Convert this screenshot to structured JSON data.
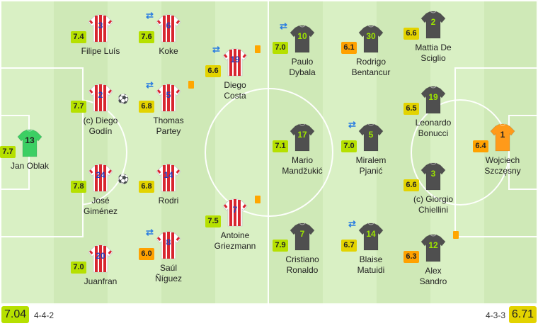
{
  "home": {
    "team_rating": "7.04",
    "formation": "4-4-2",
    "players": [
      {
        "id": "oblak",
        "number": "13",
        "name_lines": [
          "Jan Oblak"
        ],
        "rating": "7.7",
        "kit": "gk-green"
      },
      {
        "id": "filipe",
        "number": "3",
        "name_lines": [
          "Filipe Luís"
        ],
        "rating": "7.4",
        "kit": "stripes"
      },
      {
        "id": "godin",
        "number": "2",
        "name_lines": [
          "(c) Diego",
          "Godín"
        ],
        "rating": "7.7",
        "kit": "stripes",
        "goal": true
      },
      {
        "id": "gimenez",
        "number": "24",
        "name_lines": [
          "José",
          "Giménez"
        ],
        "rating": "7.8",
        "kit": "stripes",
        "goal": true
      },
      {
        "id": "juanfran",
        "number": "20",
        "name_lines": [
          "Juanfran"
        ],
        "rating": "7.0",
        "kit": "stripes"
      },
      {
        "id": "koke",
        "number": "6",
        "name_lines": [
          "Koke"
        ],
        "rating": "7.6",
        "kit": "stripes",
        "sub": true
      },
      {
        "id": "partey",
        "number": "5",
        "name_lines": [
          "Thomas",
          "Partey"
        ],
        "rating": "6.8",
        "kit": "stripes",
        "sub": true,
        "card": true
      },
      {
        "id": "rodri",
        "number": "14",
        "name_lines": [
          "Rodri"
        ],
        "rating": "6.8",
        "kit": "stripes"
      },
      {
        "id": "saul",
        "number": "8",
        "name_lines": [
          "Saúl",
          "Ñíguez"
        ],
        "rating": "6.0",
        "kit": "stripes",
        "sub": true
      },
      {
        "id": "costa",
        "number": "19",
        "name_lines": [
          "Diego",
          "Costa"
        ],
        "rating": "6.6",
        "kit": "stripes",
        "sub": true,
        "card": true
      },
      {
        "id": "griezmann",
        "number": "7",
        "name_lines": [
          "Antoine",
          "Griezmann"
        ],
        "rating": "7.5",
        "kit": "stripes",
        "card": true
      }
    ]
  },
  "away": {
    "team_rating": "6.71",
    "formation": "4-3-3",
    "players": [
      {
        "id": "dybala",
        "number": "10",
        "name_lines": [
          "Paulo",
          "Dybala"
        ],
        "rating": "7.0",
        "kit": "grey",
        "sub": true
      },
      {
        "id": "mandzukic",
        "number": "17",
        "name_lines": [
          "Mario",
          "Mandžukić"
        ],
        "rating": "7.1",
        "kit": "grey"
      },
      {
        "id": "ronaldo",
        "number": "7",
        "name_lines": [
          "Cristiano",
          "Ronaldo"
        ],
        "rating": "7.9",
        "kit": "grey"
      },
      {
        "id": "bentancur",
        "number": "30",
        "name_lines": [
          "Rodrigo",
          "Bentancur"
        ],
        "rating": "6.1",
        "kit": "grey"
      },
      {
        "id": "pjanic",
        "number": "5",
        "name_lines": [
          "Miralem",
          "Pjanić"
        ],
        "rating": "7.0",
        "kit": "grey",
        "sub": true
      },
      {
        "id": "matuidi",
        "number": "14",
        "name_lines": [
          "Blaise",
          "Matuidi"
        ],
        "rating": "6.7",
        "kit": "grey",
        "sub": true
      },
      {
        "id": "desciglio",
        "number": "2",
        "name_lines": [
          "Mattia De",
          "Sciglio"
        ],
        "rating": "6.6",
        "kit": "grey"
      },
      {
        "id": "bonucci",
        "number": "19",
        "name_lines": [
          "Leonardo",
          "Bonucci"
        ],
        "rating": "6.5",
        "kit": "grey"
      },
      {
        "id": "chiellini",
        "number": "3",
        "name_lines": [
          "(c) Giorgio",
          "Chiellini"
        ],
        "rating": "6.6",
        "kit": "grey"
      },
      {
        "id": "sandro",
        "number": "12",
        "name_lines": [
          "Alex",
          "Sandro"
        ],
        "rating": "6.3",
        "kit": "grey",
        "card": true
      },
      {
        "id": "szczesny",
        "number": "1",
        "name_lines": [
          "Wojciech",
          "Szczęsny"
        ],
        "rating": "6.4",
        "kit": "gk-orange"
      }
    ]
  },
  "colors": {
    "rating_high": "#b6e000",
    "rating_mid": "#e3d300",
    "rating_low": "#ffa100",
    "number_home": "#2a3db8",
    "number_away": "#9ee600",
    "card": "#ffa600",
    "sub_icon": "#2a7de1"
  },
  "icons": {
    "sub": "substitution-arrows-icon",
    "card": "yellow-card-icon",
    "goal": "goal-ball-icon"
  }
}
